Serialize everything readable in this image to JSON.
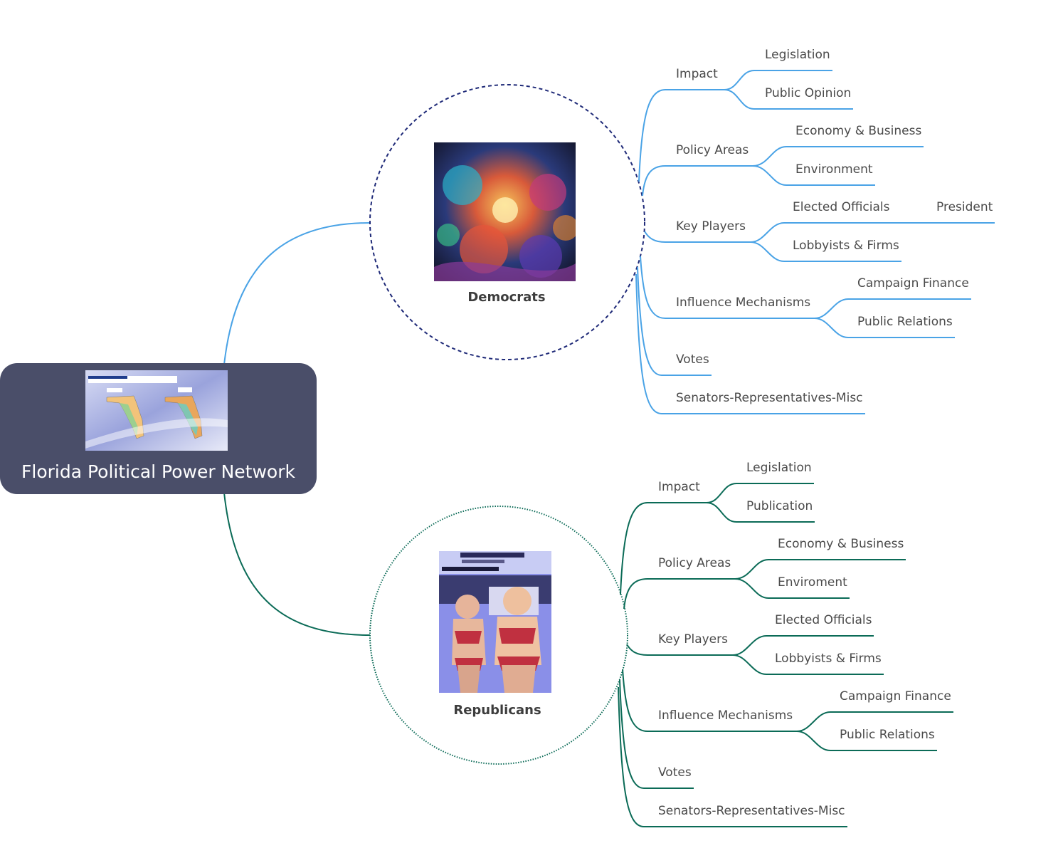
{
  "colors": {
    "root_bg": "#4a4e69",
    "dem_branch": "#4aa3e6",
    "dem_circle": "#1f2a78",
    "rep_branch": "#0b6b57",
    "rep_circle": "#0b6b57"
  },
  "root": {
    "title": "Florida Political Power Network",
    "image": "florida-maps-image"
  },
  "democrats": {
    "label": "Democrats",
    "image": "abstract-colorful-art-image",
    "topics": {
      "impact": {
        "label": "Impact",
        "children": [
          "Legislation",
          "Public Opinion"
        ]
      },
      "policy": {
        "label": "Policy Areas",
        "children": [
          "Economy & Business",
          "Environment"
        ]
      },
      "players": {
        "label": "Key Players",
        "children": [
          "Elected Officials",
          "Lobbyists & Firms"
        ],
        "grandchild": "President"
      },
      "influence": {
        "label": "Influence Mechanisms",
        "children": [
          "Campaign Finance",
          "Public Relations"
        ]
      },
      "votes": {
        "label": "Votes"
      },
      "misc": {
        "label": "Senators-Representatives-Misc"
      }
    }
  },
  "republicans": {
    "label": "Republicans",
    "image": "social-media-photo-image",
    "topics": {
      "impact": {
        "label": "Impact",
        "children": [
          "Legislation",
          "Publication"
        ]
      },
      "policy": {
        "label": "Policy Areas",
        "children": [
          "Economy & Business",
          "Enviroment"
        ]
      },
      "players": {
        "label": "Key Players",
        "children": [
          "Elected Officials",
          "Lobbyists & Firms"
        ]
      },
      "influence": {
        "label": "Influence Mechanisms",
        "children": [
          "Campaign Finance",
          "Public Relations"
        ]
      },
      "votes": {
        "label": "Votes"
      },
      "misc": {
        "label": "Senators-Representatives-Misc"
      }
    }
  }
}
